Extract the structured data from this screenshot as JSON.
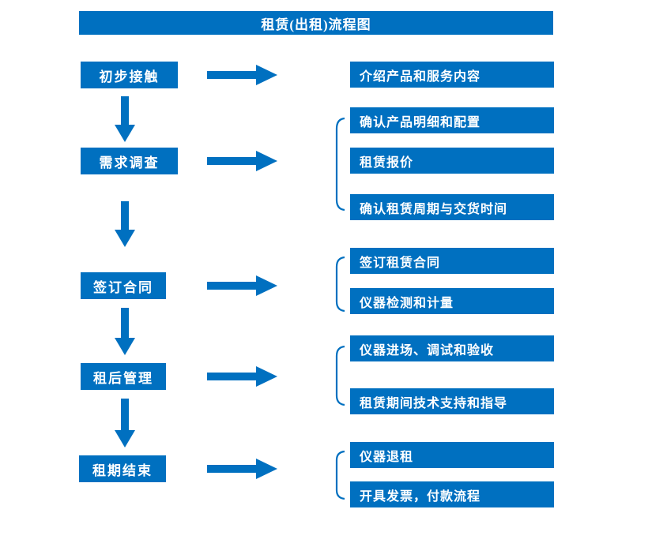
{
  "title": "租赁(出租)流程图",
  "colors": {
    "primary": "#0070C0",
    "text_on_primary": "#FFFFFF",
    "background": "#FFFFFF"
  },
  "steps": [
    {
      "label": "初步接触",
      "details": [
        "介绍产品和服务内容"
      ]
    },
    {
      "label": "需求调查",
      "details": [
        "确认产品明细和配置",
        "租赁报价",
        "确认租赁周期与交货时间"
      ]
    },
    {
      "label": "签订合同",
      "details": [
        "签订租赁合同",
        "仪器检测和计量"
      ]
    },
    {
      "label": "租后管理",
      "details": [
        "仪器进场、调试和验收",
        "租赁期间技术支持和指导"
      ]
    },
    {
      "label": "租期结束",
      "details": [
        "仪器退租",
        "开具发票，付款流程"
      ]
    }
  ]
}
